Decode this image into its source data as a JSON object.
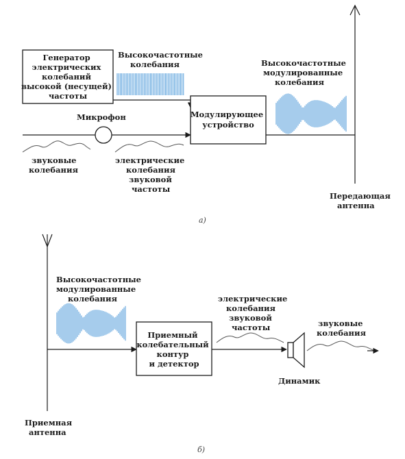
{
  "colors": {
    "wave": "#3a8fd6",
    "line": "#1a1a1a",
    "sound": "#555555"
  },
  "a": {
    "generator": [
      "Генератор",
      "электрических",
      "колебаний",
      "высокой (несущей)",
      "частоты"
    ],
    "hf_label": [
      "Высокочастотные",
      "колебания"
    ],
    "modulated_label": [
      "Высокочастотные",
      "модулированные",
      "колебания"
    ],
    "microphone": "Микрофон",
    "modulator": [
      "Модулирующее",
      "устройство"
    ],
    "sound_label": [
      "звуковые",
      "колебания"
    ],
    "electric_label": [
      "электрические",
      "колебания",
      "звуковой",
      "частоты"
    ],
    "antenna_label": [
      "Передающая",
      "антенна"
    ],
    "caption": "а)"
  },
  "b": {
    "modulated_label": [
      "Высокочастотные",
      "модулированные",
      "колебания"
    ],
    "receiver": [
      "Приемный",
      "колебательный",
      "контур",
      "и детектор"
    ],
    "electric_label": [
      "электрические",
      "колебания",
      "звуковой",
      "частоты"
    ],
    "sound_label": [
      "звуковые",
      "колебания"
    ],
    "speaker": "Динамик",
    "antenna_label": [
      "Приемная",
      "антенна"
    ],
    "caption": "б)"
  }
}
